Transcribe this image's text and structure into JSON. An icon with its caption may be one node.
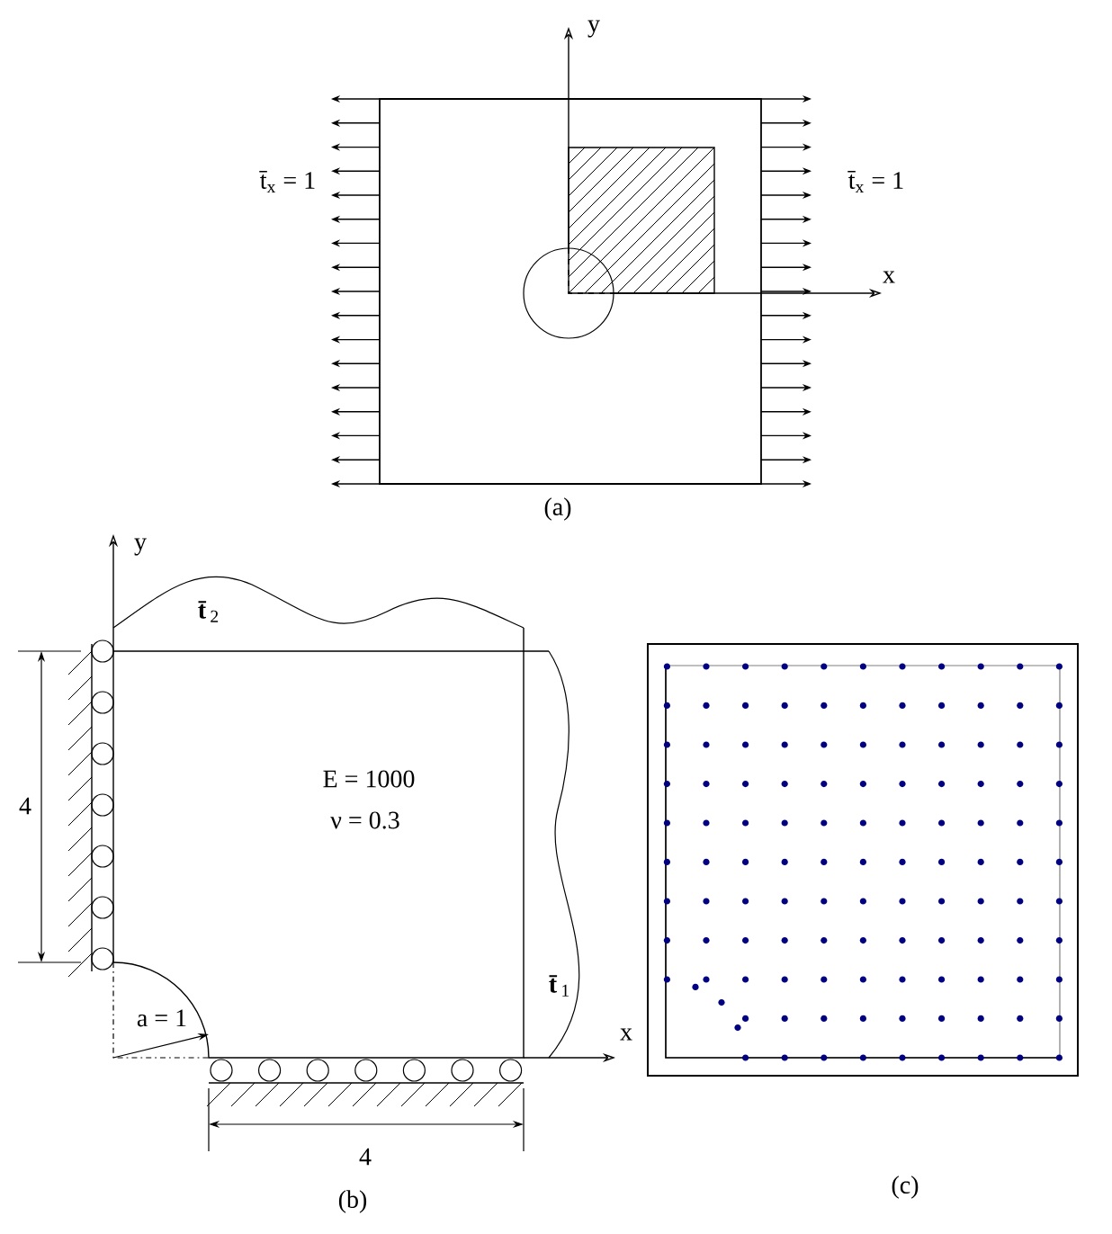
{
  "diagram": {
    "labels": [
      "y",
      "t̄$_{x}$ = 1",
      "t̄$_{x}$ = 1",
      "x",
      "(a)",
      "y",
      "**t̄**$_{2}$",
      "4",
      "E = 1000",
      "ν = 0.3",
      "**t̄**$_{1}$",
      "a = 1",
      "x",
      "4",
      "(b)",
      "(c)"
    ]
  }
}
